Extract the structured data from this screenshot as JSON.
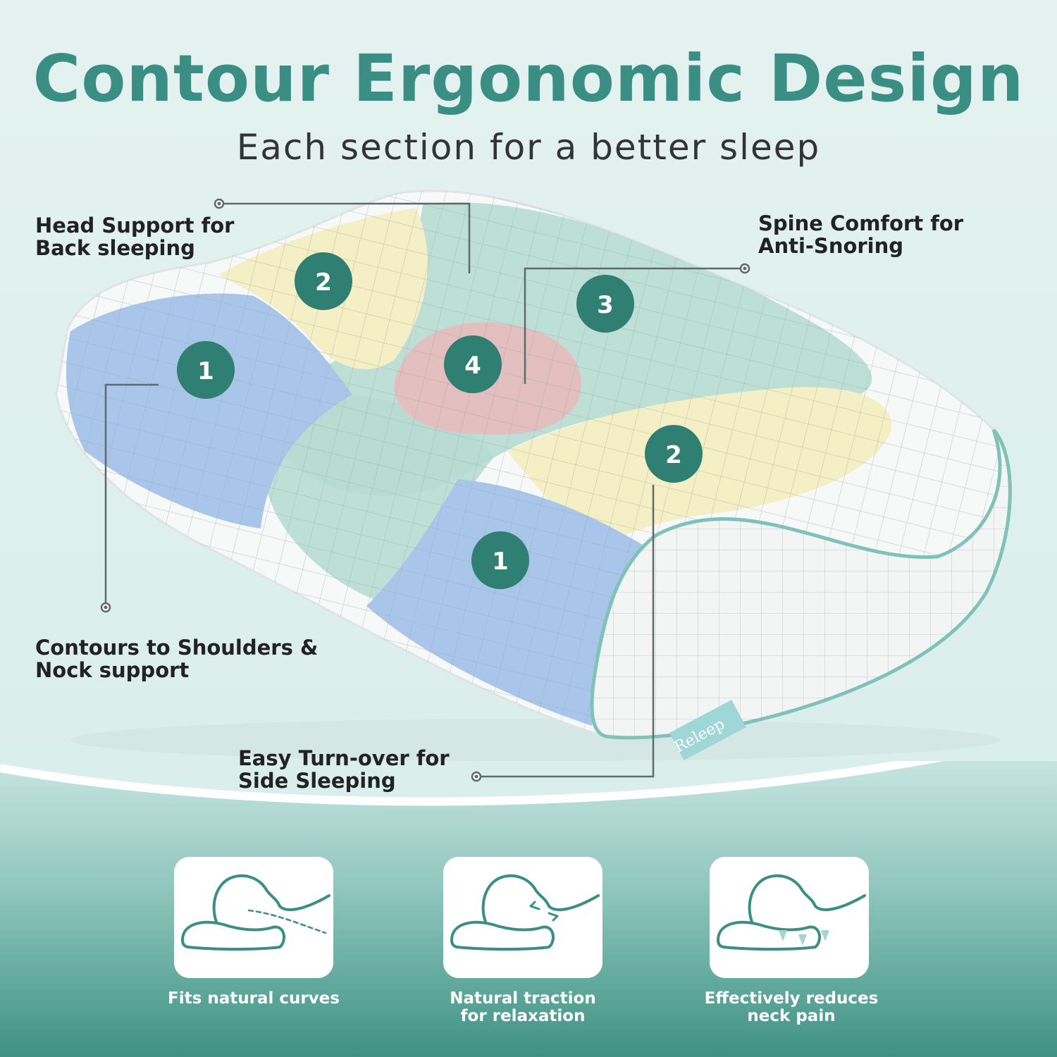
{
  "header": {
    "title": "Contour Ergonomic Design",
    "subtitle": "Each section for a better sleep"
  },
  "callouts": {
    "head_support": [
      "Head Support for",
      "Back sleeping"
    ],
    "spine_comfort": [
      "Spine Comfort for",
      "Anti-Snoring"
    ],
    "shoulders": [
      "Contours to Shoulders &",
      "Nock support"
    ],
    "turn_over": [
      "Easy Turn-over for",
      "Side Sleeping"
    ]
  },
  "zones": {
    "zone1_top": "1",
    "zone1_bottom": "1",
    "zone2_top": "2",
    "zone2_bottom": "2",
    "zone3": "3",
    "zone4": "4"
  },
  "brand_tag": "Releep",
  "features": [
    {
      "lines": [
        "Fits natural curves"
      ],
      "icon": "pillow-curve-icon"
    },
    {
      "lines": [
        "Natural traction",
        "for relaxation"
      ],
      "icon": "pillow-traction-icon"
    },
    {
      "lines": [
        "Effectively reduces",
        "neck pain"
      ],
      "icon": "pillow-pressure-icon"
    }
  ],
  "colors": {
    "accent": "#3a8e84",
    "badge": "#2f7f73",
    "zone_blue": "#a9c6ea",
    "zone_yellow": "#f4efc4",
    "zone_green": "#b7dbd2",
    "zone_pink": "#e3bfc0",
    "panel": "#6fb0a6"
  }
}
